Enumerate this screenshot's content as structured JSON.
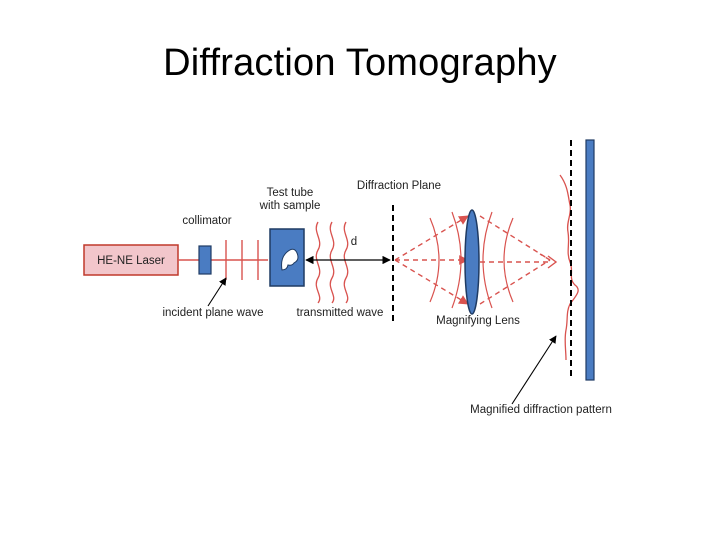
{
  "title": "Diffraction Tomography",
  "labels": {
    "test_tube": [
      "Test tube",
      "with sample"
    ],
    "diffraction_plane": "Diffraction Plane",
    "collimator": "collimator",
    "laser": "HE-NE Laser",
    "distance": "d",
    "incident_wave": "incident plane wave",
    "transmitted_wave": "transmitted  wave",
    "magnifying_lens": "Magnifying Lens",
    "magnified_pattern": "Magnified diffraction pattern"
  },
  "colors": {
    "beam": "#d9534f",
    "laser_fill": "#f2c6cb",
    "laser_border": "#c0392b",
    "component_fill": "#4a7cc2",
    "component_border": "#1f3b63"
  }
}
